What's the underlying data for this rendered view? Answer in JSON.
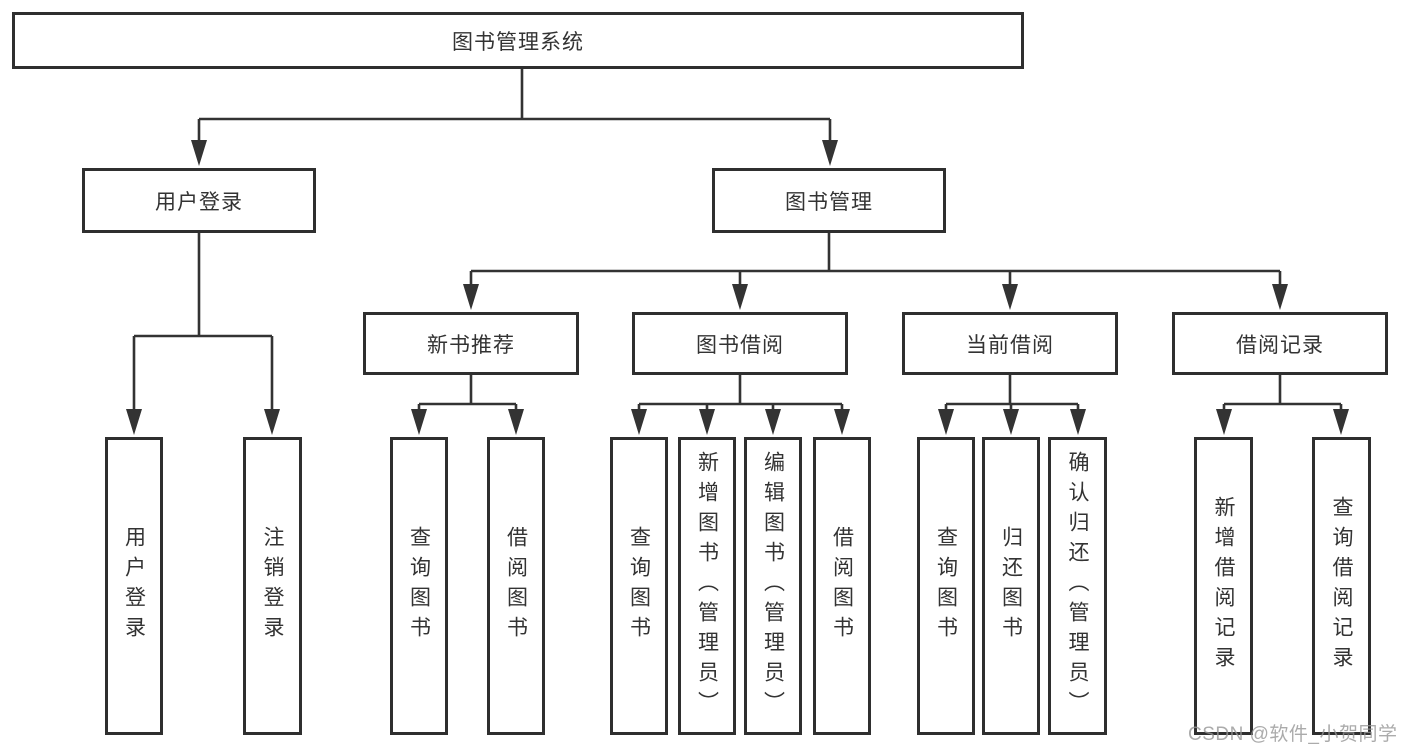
{
  "nodes": {
    "root": "图书管理系统",
    "user_login": "用户登录",
    "book_management": "图书管理",
    "leaf_user_login": "用户登录",
    "leaf_logout": "注销登录",
    "new_book_recommend": "新书推荐",
    "book_borrowing": "图书借阅",
    "current_borrowing": "当前借阅",
    "borrowing_records": "借阅记录",
    "recommend_query_books": "查询图书",
    "recommend_borrow_books": "借阅图书",
    "borrowing_query_books": "查询图书",
    "borrowing_add_books": "新增图书（管理员）",
    "borrowing_edit_books": "编辑图书（管理员）",
    "borrowing_borrow_books": "借阅图书",
    "current_query_books": "查询图书",
    "current_return_books": "归还图书",
    "current_confirm_return": "确认归还（管理员）",
    "records_add_record": "新增借阅记录",
    "records_query_record": "查询借阅记录"
  },
  "structure": {
    "图书管理系统": {
      "用户登录": [
        "用户登录",
        "注销登录"
      ],
      "图书管理": {
        "新书推荐": [
          "查询图书",
          "借阅图书"
        ],
        "图书借阅": [
          "查询图书",
          "新增图书（管理员）",
          "编辑图书（管理员）",
          "借阅图书"
        ],
        "当前借阅": [
          "查询图书",
          "归还图书",
          "确认归还（管理员）"
        ],
        "借阅记录": [
          "新增借阅记录",
          "查询借阅记录"
        ]
      }
    }
  },
  "watermark": "CSDN @软件_小贺同学",
  "colors": {
    "line": "#333333",
    "box_border": "#2f2f2f",
    "text": "#333333",
    "watermark": "#969696",
    "background": "#ffffff"
  }
}
